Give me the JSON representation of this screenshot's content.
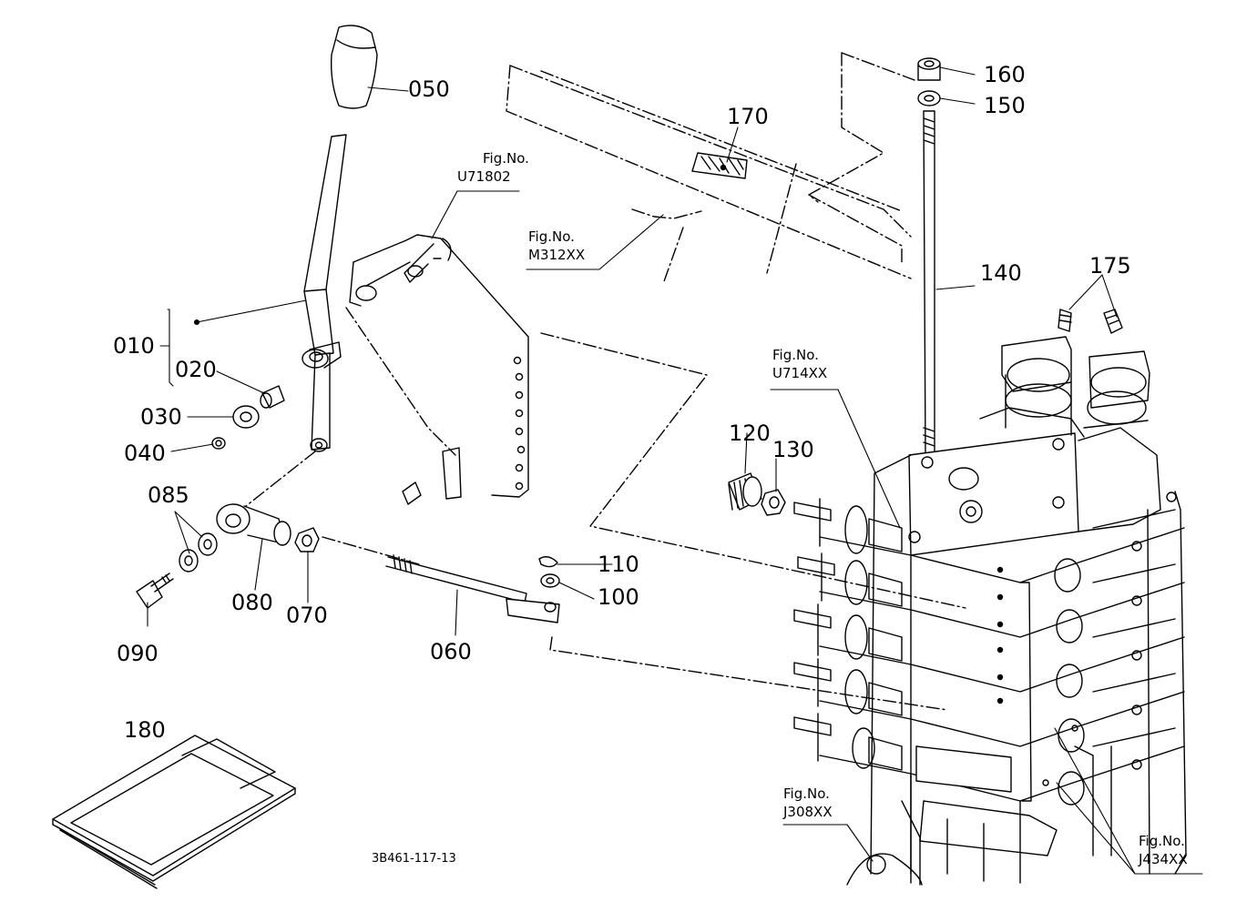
{
  "drawing_number": "3B461-117-13",
  "parts": {
    "p010": "010",
    "p020": "020",
    "p030": "030",
    "p040": "040",
    "p050": "050",
    "p060": "060",
    "p070": "070",
    "p080": "080",
    "p085": "085",
    "p090": "090",
    "p100": "100",
    "p110": "110",
    "p120": "120",
    "p130": "130",
    "p140": "140",
    "p150": "150",
    "p160": "160",
    "p170": "170",
    "p175": "175",
    "p180": "180"
  },
  "figure_refs": {
    "u71802": {
      "label": "Fig.No.",
      "code": "U71802"
    },
    "m312xx": {
      "label": "Fig.No.",
      "code": "M312XX"
    },
    "u714xx": {
      "label": "Fig.No.",
      "code": "U714XX"
    },
    "j308xx": {
      "label": "Fig.No.",
      "code": "J308XX"
    },
    "j434xx": {
      "label": "Fig.No.",
      "code": "J434XX"
    }
  }
}
